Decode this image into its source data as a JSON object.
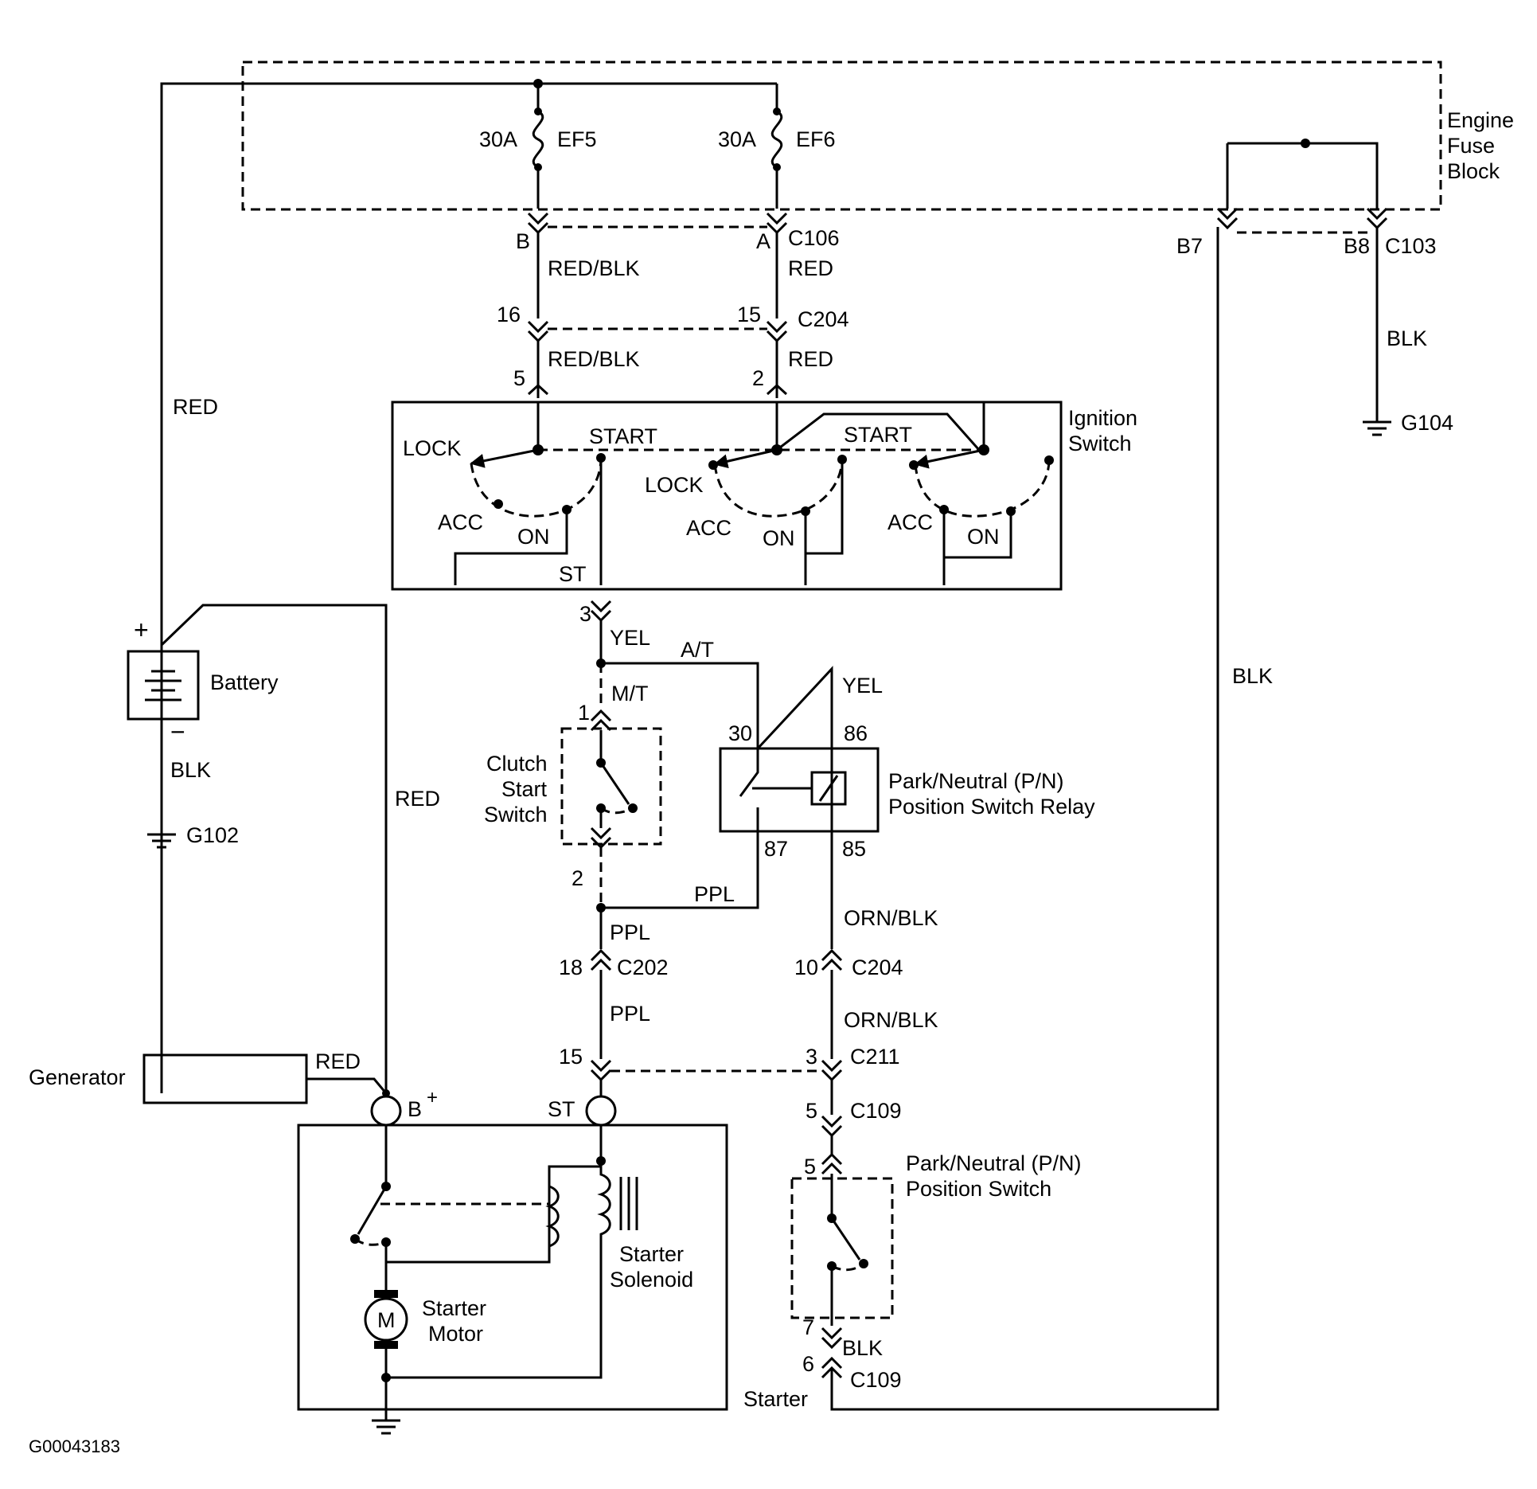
{
  "labels": {
    "fuse_block": [
      "Engine",
      "Fuse",
      "Block"
    ],
    "ef5": "EF5",
    "ef6": "EF6",
    "amp30": "30A",
    "pin_b": "B",
    "pin_a": "A",
    "c106": "C106",
    "c204": "C204",
    "c103": "C103",
    "b7": "B7",
    "b8": "B8",
    "n16": "16",
    "n15": "15",
    "n5": "5",
    "n2": "2",
    "n3": "3",
    "n1": "1",
    "n30": "30",
    "n86": "86",
    "n87": "87",
    "n85": "85",
    "n18": "18",
    "n10": "10",
    "n7": "7",
    "n6": "6",
    "red_blk": "RED/BLK",
    "red": "RED",
    "blk": "BLK",
    "yel": "YEL",
    "ppl": "PPL",
    "orn_blk": "ORN/BLK",
    "at": "A/T",
    "mt": "M/T",
    "g104": "G104",
    "g102": "G102",
    "ignition_switch": [
      "Ignition",
      "Switch"
    ],
    "lock": "LOCK",
    "start": "START",
    "acc": "ACC",
    "on": "ON",
    "st": "ST",
    "battery": "Battery",
    "plus": "+",
    "minus": "−",
    "clutch_switch": [
      "Clutch",
      "Start",
      "Switch"
    ],
    "relay": [
      "Park/Neutral (P/N)",
      "Position Switch Relay"
    ],
    "c202": "C202",
    "c211": "C211",
    "c109": "C109",
    "pn_switch": [
      "Park/Neutral (P/N)",
      "Position Switch"
    ],
    "generator": "Generator",
    "b_plus": "B",
    "starter_solenoid": [
      "Starter",
      "Solenoid"
    ],
    "starter_motor": [
      "Starter",
      "Motor"
    ],
    "motor_symbol": "M",
    "starter": "Starter",
    "figure_id": "G00043183"
  }
}
